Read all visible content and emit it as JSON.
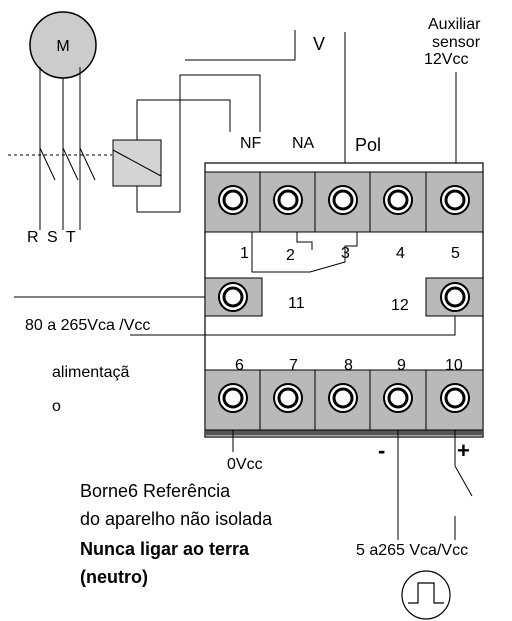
{
  "motor_label": "M",
  "phase_labels": "R S T",
  "voltage_label": "V",
  "contact_labels": {
    "nf": "NF",
    "na": "NA",
    "pol": "Pol",
    "pol_o": "o"
  },
  "auxiliary": {
    "line1": "Auxiliar",
    "line2": "sensor",
    "line3": "12Vcc"
  },
  "terminals_top": [
    "1",
    "2",
    "3",
    "4",
    "5"
  ],
  "terminal_11": "11",
  "terminal_12": "12",
  "terminals_bottom": [
    "6",
    "7",
    "8",
    "9",
    "10"
  ],
  "supply_range": "80 a 265Vca /Vcc",
  "supply_label": {
    "line1": "alimentaçã",
    "line2": "o"
  },
  "ground_label": "0Vcc",
  "note": {
    "line1": "Borne6 Referência",
    "line2": "do aparelho não isolada",
    "line3": "Nunca ligar ao terra",
    "line4": "(neutro)"
  },
  "signal_range": "5 a265 Vca/Vcc",
  "minus_sign": "-",
  "plus_sign": "+"
}
